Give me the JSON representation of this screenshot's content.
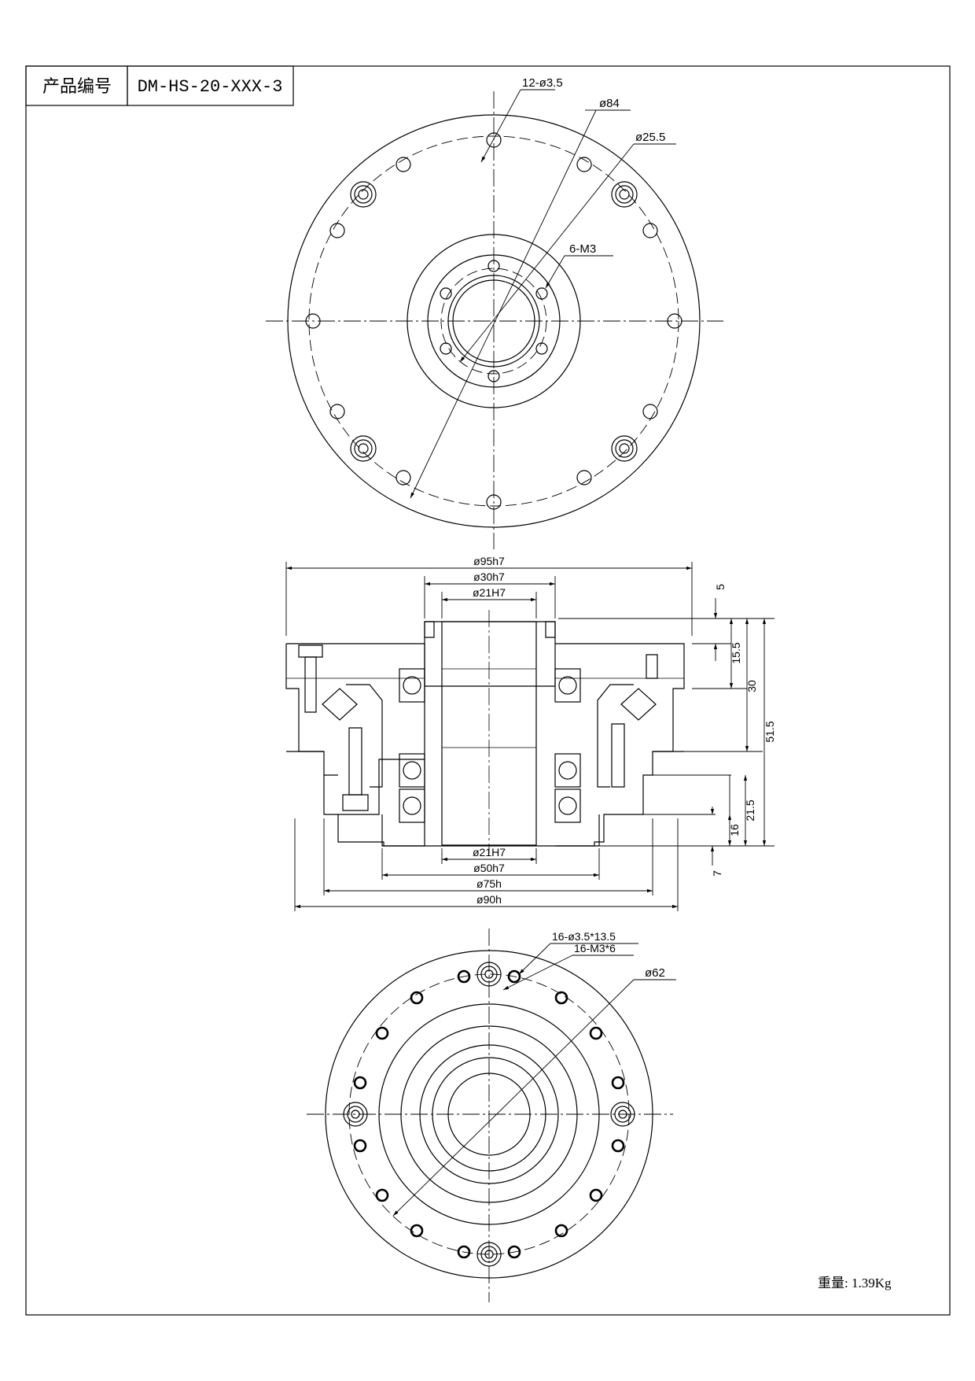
{
  "title_block": {
    "label": "产品编号",
    "product_code": "DM-HS-20-XXX-3"
  },
  "top_view": {
    "holes_callout": "12-ø3.5",
    "outer_dia": "ø84",
    "inner_dia": "ø25.5",
    "thread_callout": "6-M3"
  },
  "section_view": {
    "dia_95": "ø95h7",
    "dia_30": "ø30h7",
    "dia_21_top": "ø21H7",
    "dia_21_bottom": "ø21H7",
    "dia_50": "ø50h7",
    "dia_75": "ø75h",
    "dia_90": "ø90h",
    "h_5": "5",
    "h_15_5": "15.5",
    "h_30": "30",
    "h_51_5": "51.5",
    "h_21_5": "21.5",
    "h_16": "16",
    "h_7": "7"
  },
  "bottom_view": {
    "holes_callout": "16-ø3.5*13.5",
    "thread_callout": "16-M3*6",
    "pcd": "ø62"
  },
  "weight": "重量: 1.39Kg"
}
